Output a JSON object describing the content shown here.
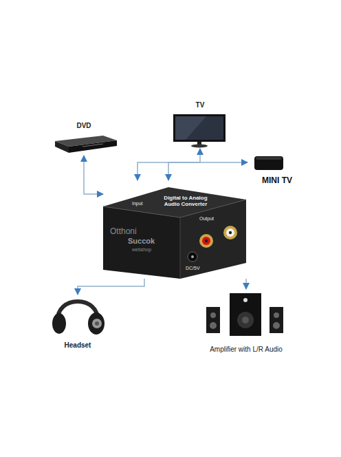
{
  "diagram": {
    "nodes": [
      {
        "text": [
          "DVD"
        ]
      },
      {
        "text": [
          "TV"
        ]
      },
      {
        "text": [
          "MINI TV"
        ]
      },
      {
        "text": [
          "Digital to Analog Audio Converter",
          "Input",
          "Output",
          "DC/5V"
        ]
      },
      {
        "text": [
          "Headset"
        ]
      },
      {
        "text": [
          "Amplifier with L/R Audio"
        ]
      }
    ],
    "edges": [
      {
        "from": 0,
        "to": 3,
        "arrow": "both"
      },
      {
        "from": 1,
        "to": 3,
        "arrow": "both"
      },
      {
        "from": 2,
        "to": 3,
        "arrow": "both"
      },
      {
        "from": 3,
        "to": 4,
        "arrow": "to"
      },
      {
        "from": 3,
        "to": 5,
        "arrow": "to"
      }
    ],
    "labels": [
      "Otthoni",
      "Succok",
      "webshop"
    ]
  }
}
